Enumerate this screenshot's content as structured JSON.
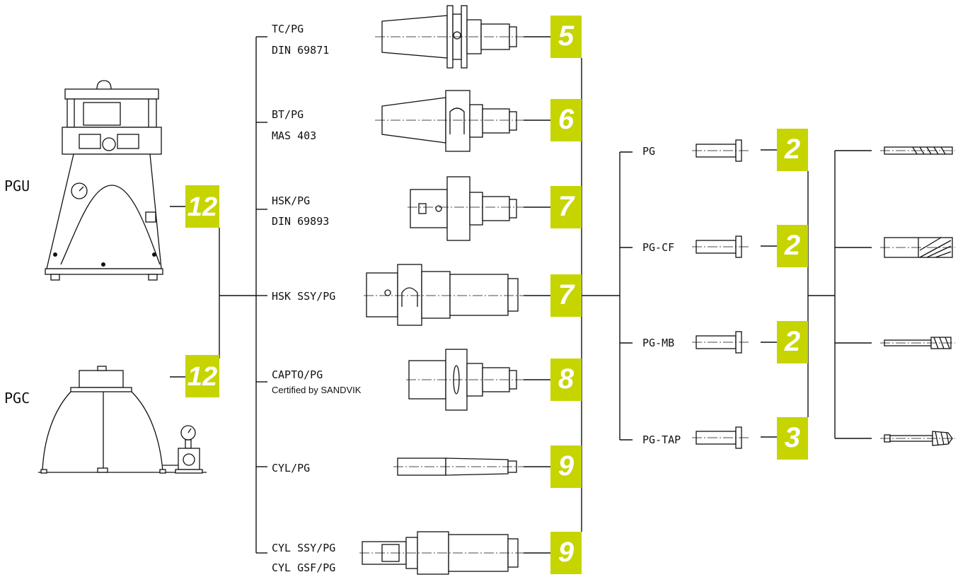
{
  "accent_color": "#c6d400",
  "machines": [
    {
      "label": "PGU",
      "badge": "12"
    },
    {
      "label": "PGC",
      "badge": "12"
    }
  ],
  "holders": [
    {
      "line1": "TC/PG",
      "line2": "DIN 69871",
      "badge": "5"
    },
    {
      "line1": "BT/PG",
      "line2": "MAS 403",
      "badge": "6"
    },
    {
      "line1": "HSK/PG",
      "line2": "DIN 69893",
      "badge": "7"
    },
    {
      "line1": "HSK SSY/PG",
      "line2": "",
      "badge": "7"
    },
    {
      "line1": "CAPTO/PG",
      "line2": "Certified by SANDVIK",
      "badge": "8"
    },
    {
      "line1": "CYL/PG",
      "line2": "",
      "badge": "9"
    },
    {
      "line1": "CYL SSY/PG",
      "line2": "CYL GSF/PG",
      "badge": "9"
    }
  ],
  "adapters": [
    {
      "label": "PG",
      "badge": "2"
    },
    {
      "label": "PG-CF",
      "badge": "2"
    },
    {
      "label": "PG-MB",
      "badge": "2"
    },
    {
      "label": "PG-TAP",
      "badge": "3"
    }
  ],
  "tools": [
    {
      "icon": "twist-drill-icon"
    },
    {
      "icon": "end-mill-icon"
    },
    {
      "icon": "reamer-icon"
    },
    {
      "icon": "tap-icon"
    }
  ]
}
